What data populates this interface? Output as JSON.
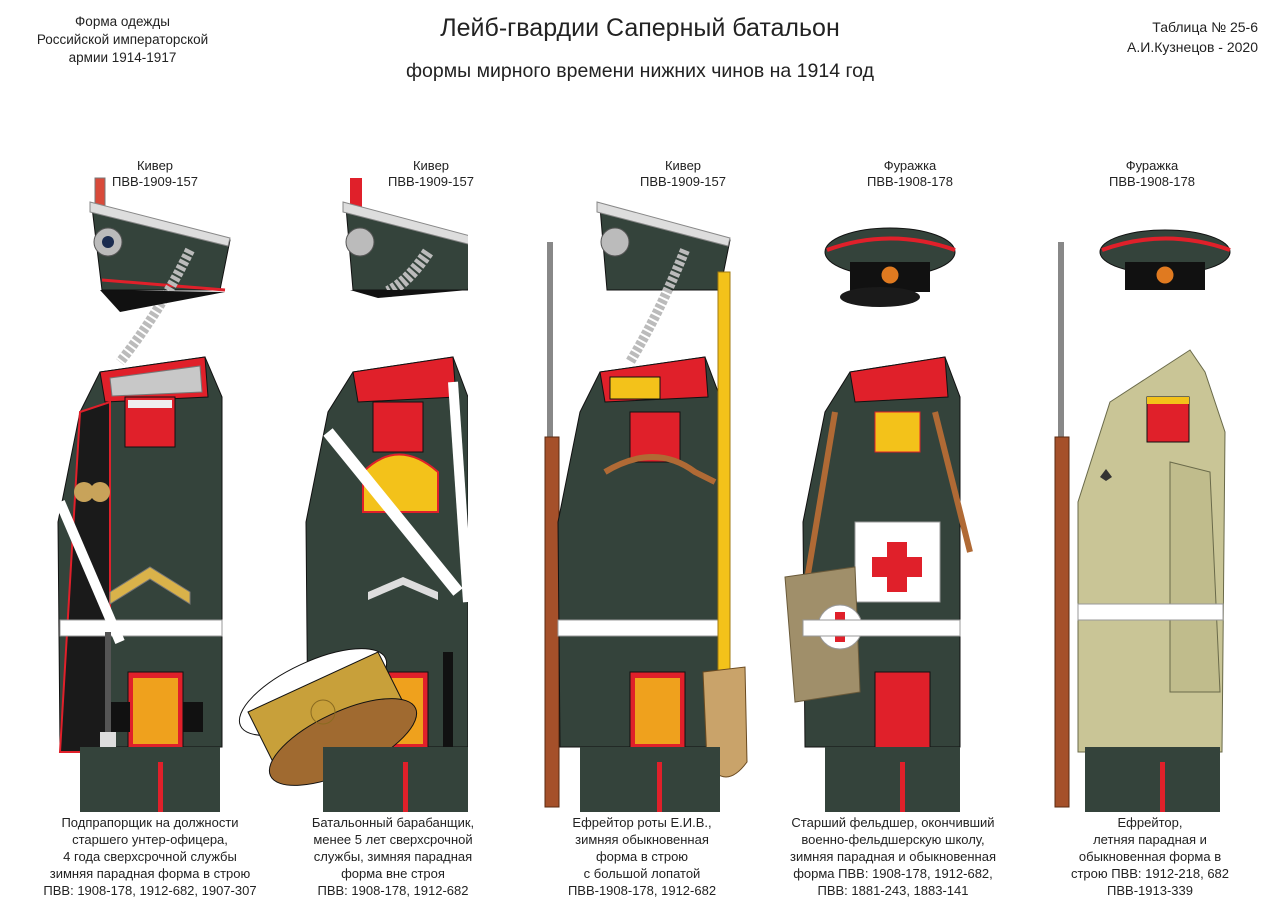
{
  "header": {
    "left": [
      "Форма одежды",
      "Российской императорской",
      "армии  1914-1917"
    ],
    "title": "Лейб-гвардии Саперный батальон",
    "subtitle": "формы мирного времени нижних чинов  на 1914 год",
    "right": [
      "Таблица № 25-6",
      "А.И.Кузнецов - 2020"
    ]
  },
  "colors": {
    "uniform_green": "#34433b",
    "facing_black": "#1a1a1a",
    "piping_red": "#e0202a",
    "braid_yellow": "#f3c21a",
    "summer_khaki": "#c9c596",
    "leather_brown": "#b06a35"
  },
  "figures": [
    {
      "headwear": [
        "Кивер",
        "ПВВ-1909-157"
      ],
      "caption": [
        "Подпрапорщик на должности",
        "старшего унтер-офицера,",
        "4 года сверхсрочной службы",
        "зимняя парадная форма в строю",
        "ПВВ: 1908-178, 1912-682, 1907-307"
      ]
    },
    {
      "headwear": [
        "Кивер",
        "ПВВ-1909-157"
      ],
      "caption": [
        "Батальонный барабанщик,",
        "менее 5 лет сверхсрочной",
        "службы, зимняя парадная",
        "форма вне строя",
        "ПВВ: 1908-178, 1912-682"
      ]
    },
    {
      "headwear": [
        "Кивер",
        "ПВВ-1909-157"
      ],
      "caption": [
        "Ефрейтор роты Е.И.В.,",
        "зимняя обыкновенная",
        "форма в строю",
        "с большой лопатой",
        "ПВВ-1908-178, 1912-682"
      ]
    },
    {
      "headwear": [
        "Фуражка",
        "ПВВ-1908-178"
      ],
      "caption": [
        "Старший фельдшер, окончивший",
        "военно-фельдшерскую школу,",
        "зимняя парадная и обыкновенная",
        "форма ПВВ: 1908-178, 1912-682,",
        "ПВВ: 1881-243, 1883-141"
      ]
    },
    {
      "headwear": [
        "Фуражка",
        "ПВВ-1908-178"
      ],
      "caption": [
        "Ефрейтор,",
        "летняя парадная и",
        "обыкновенная форма в",
        "строю ПВВ: 1912-218, 682",
        "ПВВ-1913-339"
      ]
    }
  ]
}
